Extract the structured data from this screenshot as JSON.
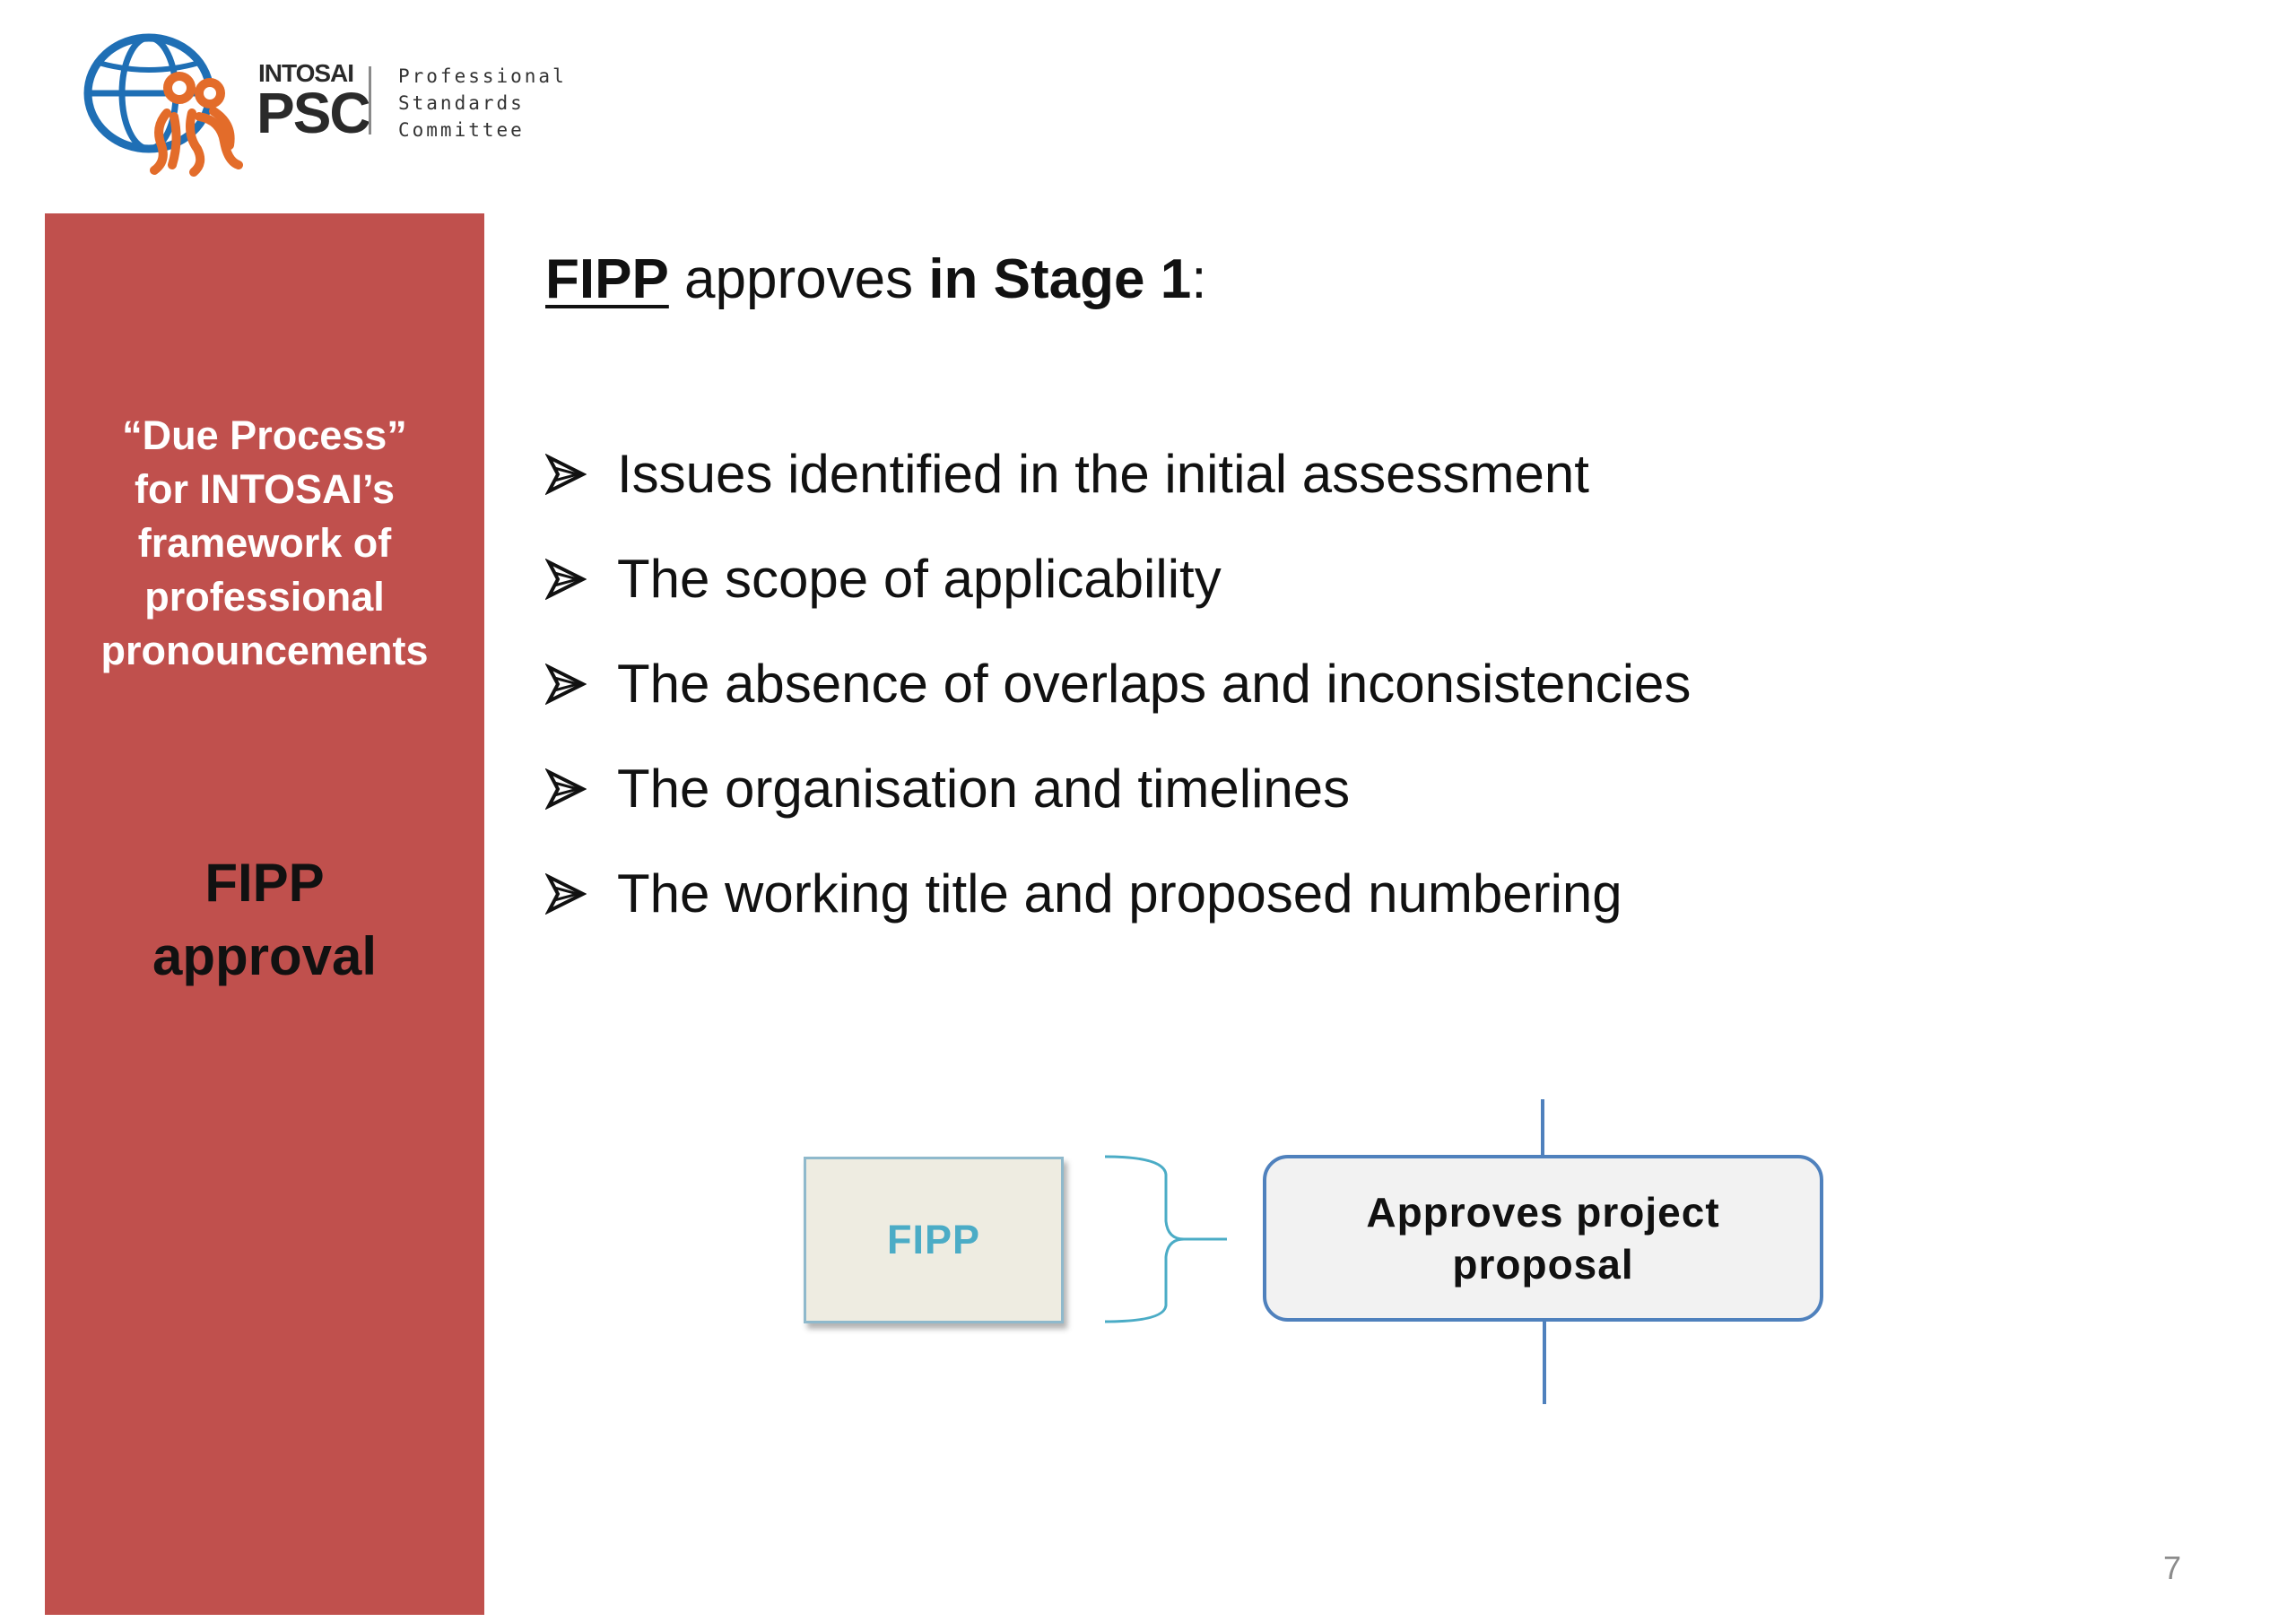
{
  "logo": {
    "org": "INTOSAI",
    "acronym": "PSC",
    "subtitle_lines": [
      "Professional",
      "Standards",
      "Committee"
    ],
    "colors": {
      "globe": "#1f6fb5",
      "figures": "#e36c2a"
    }
  },
  "sidebar": {
    "background": "#c0504d",
    "heading_lines": [
      "“Due Process”",
      "for INTOSAI’s",
      "framework of",
      "professional",
      "pronouncements"
    ],
    "section_lines": [
      "FIPP",
      "approval"
    ]
  },
  "main": {
    "title": {
      "subject": "FIPP",
      "verb": " approves ",
      "stage": "in Stage 1",
      "colon": ":"
    },
    "bullets": [
      "Issues identified in the initial assessment",
      "The scope of applicability",
      "The absence of overlaps and inconsistencies",
      "The organisation and timelines",
      "The working title and proposed numbering"
    ]
  },
  "diagram": {
    "actor_label": "FIPP",
    "action_lines": [
      "Approves project",
      "proposal"
    ],
    "colors": {
      "actor_text": "#4bacc6",
      "action_border": "#4f81bd",
      "actor_fill": "#eeece1"
    }
  },
  "page_number": "7"
}
